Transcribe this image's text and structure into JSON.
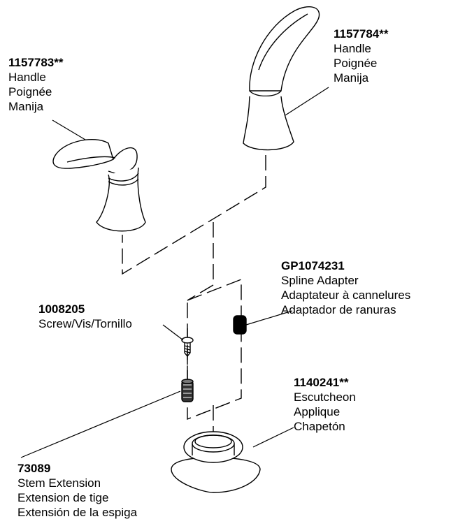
{
  "parts": [
    {
      "id": "left-handle",
      "number": "1157783**",
      "lines": [
        "Handle",
        "Poignée",
        "Manija"
      ]
    },
    {
      "id": "right-handle",
      "number": "1157784**",
      "lines": [
        "Handle",
        "Poignée",
        "Manija"
      ]
    },
    {
      "id": "spline-adapter",
      "number": "GP1074231",
      "lines": [
        "Spline Adapter",
        "Adaptateur à cannelures",
        "Adaptador de ranuras"
      ]
    },
    {
      "id": "screw",
      "number": "1008205",
      "lines": [
        "Screw/Vis/Tornillo"
      ]
    },
    {
      "id": "escutcheon",
      "number": "1140241**",
      "lines": [
        "Escutcheon",
        "Applique",
        "Chapetón"
      ]
    },
    {
      "id": "stem-extension",
      "number": "73089",
      "lines": [
        "Stem Extension",
        "Extension de tige",
        "Extensión de la espiga"
      ]
    }
  ]
}
